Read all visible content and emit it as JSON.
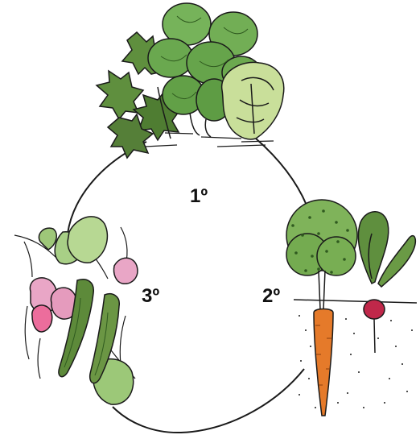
{
  "steps": [
    {
      "label": "1º",
      "group": "leafy-vegetables"
    },
    {
      "label": "2º",
      "group": "root-vegetables"
    },
    {
      "label": "3º",
      "group": "legumes"
    }
  ],
  "colors": {
    "leaf_dark": "#5f8f3e",
    "leaf_mid": "#7fb35a",
    "leaf_light": "#c9df9a",
    "lettuce": "#6aa84f",
    "carrot": "#e57a2a",
    "radish": "#c0284a",
    "flower_pink": "#e9a6c6",
    "pod_green": "#5d8a3a",
    "outline": "#1a1a1a"
  }
}
